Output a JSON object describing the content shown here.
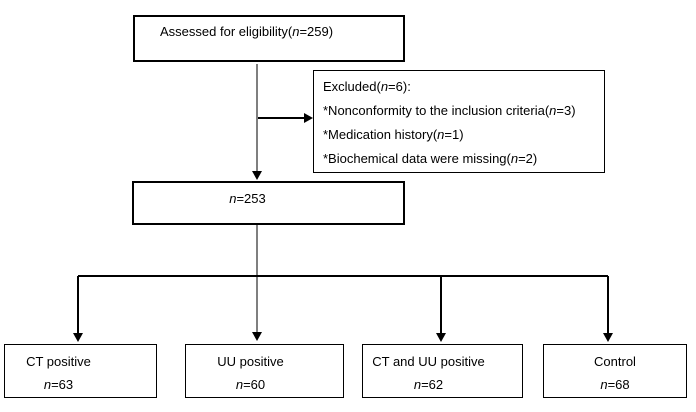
{
  "assessed": {
    "before": "Assessed for eligibility(",
    "n": "n",
    "after": "=259)"
  },
  "excluded": {
    "title": {
      "before": "Excluded(",
      "n": "n",
      "after": "=6):"
    },
    "items": [
      {
        "before": "*Nonconformity to the inclusion criteria(",
        "n": "n",
        "after": "=3)"
      },
      {
        "before": "*Medication history(",
        "n": "n",
        "after": "=1)"
      },
      {
        "before": "*Biochemical data were missing(",
        "n": "n",
        "after": "=2)"
      }
    ]
  },
  "enrolled": {
    "n": "n",
    "after": "=253"
  },
  "groups": [
    {
      "label": "CT positive",
      "n": "n",
      "after": "=63"
    },
    {
      "label": "UU positive",
      "n": "n",
      "after": "=60"
    },
    {
      "label": "CT and UU positive",
      "n": "n",
      "after": "=62"
    },
    {
      "label": "Control",
      "n": "n",
      "after": "=68"
    }
  ],
  "colors": {
    "line_gray": "#7f7f7f",
    "line_black": "#000000",
    "box_border": "#000000",
    "background": "#ffffff"
  }
}
